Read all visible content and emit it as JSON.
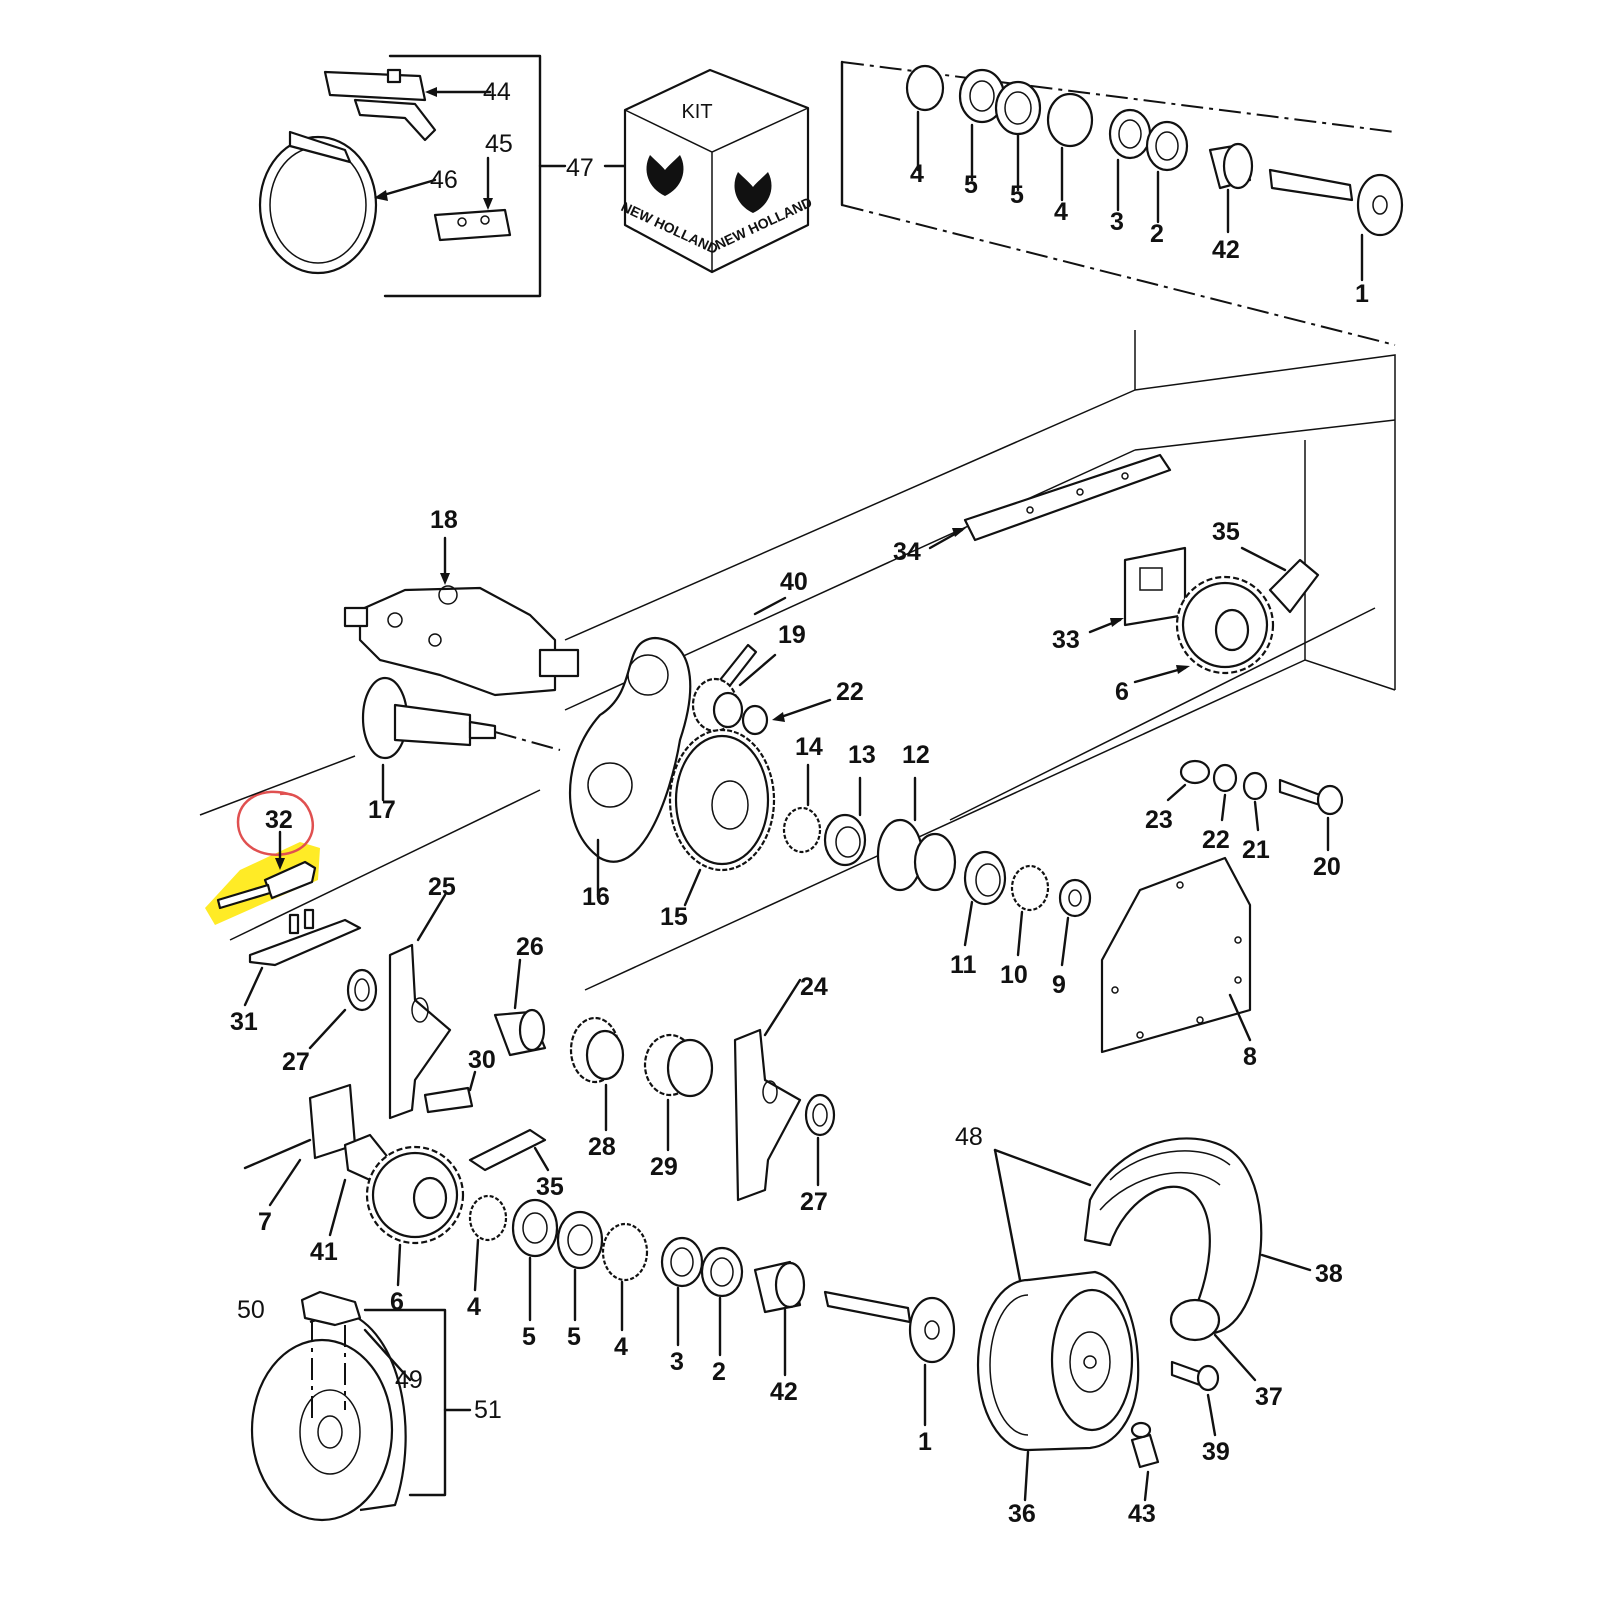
{
  "kit_box": {
    "label": "KIT",
    "brand_left": "NEW HOLLAND",
    "brand_right": "NEW HOLLAND"
  },
  "highlight": {
    "circled_callout": "32",
    "highlight_color": "#ffe800",
    "circle_color": "#e05050"
  },
  "callouts": {
    "c44": "44",
    "c45": "45",
    "c46": "46",
    "c47": "47",
    "t4a": "4",
    "t5a": "5",
    "t5b": "5",
    "t4b": "4",
    "t3": "3",
    "t2": "2",
    "t42": "42",
    "t1": "1",
    "c18": "18",
    "c40": "40",
    "c19": "19",
    "c22a": "22",
    "c17": "17",
    "c16": "16",
    "c15": "15",
    "c14": "14",
    "c13": "13",
    "c12": "12",
    "c11": "11",
    "c10": "10",
    "c9": "9",
    "c34": "34",
    "c35a": "35",
    "c33": "33",
    "c6a": "6",
    "c23": "23",
    "c22b": "22",
    "c21": "21",
    "c20": "20",
    "c8": "8",
    "c32": "32",
    "c31": "31",
    "c25": "25",
    "c27a": "27",
    "c26": "26",
    "c30": "30",
    "c28": "28",
    "c29": "29",
    "c24": "24",
    "c27b": "27",
    "c35b": "35",
    "c7": "7",
    "c41": "41",
    "c6b": "6",
    "b4a": "4",
    "b5a": "5",
    "b5b": "5",
    "b4b": "4",
    "b3": "3",
    "b2": "2",
    "b42": "42",
    "b1": "1",
    "c48": "48",
    "c38": "38",
    "c37": "37",
    "c36": "36",
    "c39": "39",
    "c43": "43",
    "c50": "50",
    "c49": "49",
    "c51": "51"
  }
}
